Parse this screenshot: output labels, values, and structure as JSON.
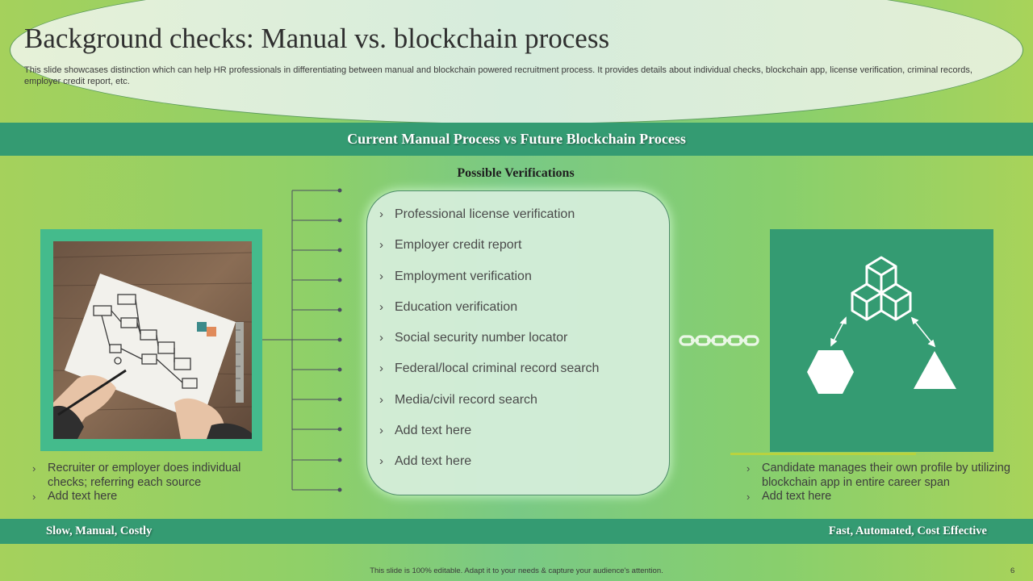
{
  "header": {
    "title": "Background checks: Manual vs. blockchain process",
    "subtitle": "This slide showcases distinction which can help HR professionals in differentiating between manual and blockchain powered recruitment process. It provides details about individual checks, blockchain app, license verification, criminal records, employer credit report, etc."
  },
  "banner": {
    "title": "Current  Manual  Process vs Future  Blockchain  Process"
  },
  "verifications": {
    "heading": "Possible Verifications",
    "items": [
      "Professional license verification",
      "Employer credit report",
      "Employment verification",
      "Education verification",
      "Social security number locator",
      "Federal/local criminal record search",
      "Media/civil record search",
      "Add text here",
      "Add text here"
    ]
  },
  "manual": {
    "bullets": [
      "Recruiter or employer does individual checks; referring each source",
      "Add text here"
    ],
    "label": "Slow,  Manual,  Costly"
  },
  "blockchain": {
    "bullets": [
      "Candidate manages their own profile by utilizing blockchain app in entire career span",
      "Add text here"
    ],
    "label": "Fast, Automated,  Cost Effective"
  },
  "icons": {
    "bullet": "chevron-right-icon",
    "chain": "chain-link-icon",
    "blocks": "cube-stack-icon",
    "hexagon": "hexagon-icon",
    "triangle": "triangle-icon"
  },
  "colors": {
    "band": "#349b72",
    "frame": "#44bb8c",
    "accent_line": "#b9d33f"
  },
  "footer": {
    "note": "This slide is 100% editable.  Adapt it to your needs & capture your audience's attention.",
    "page": "6"
  }
}
